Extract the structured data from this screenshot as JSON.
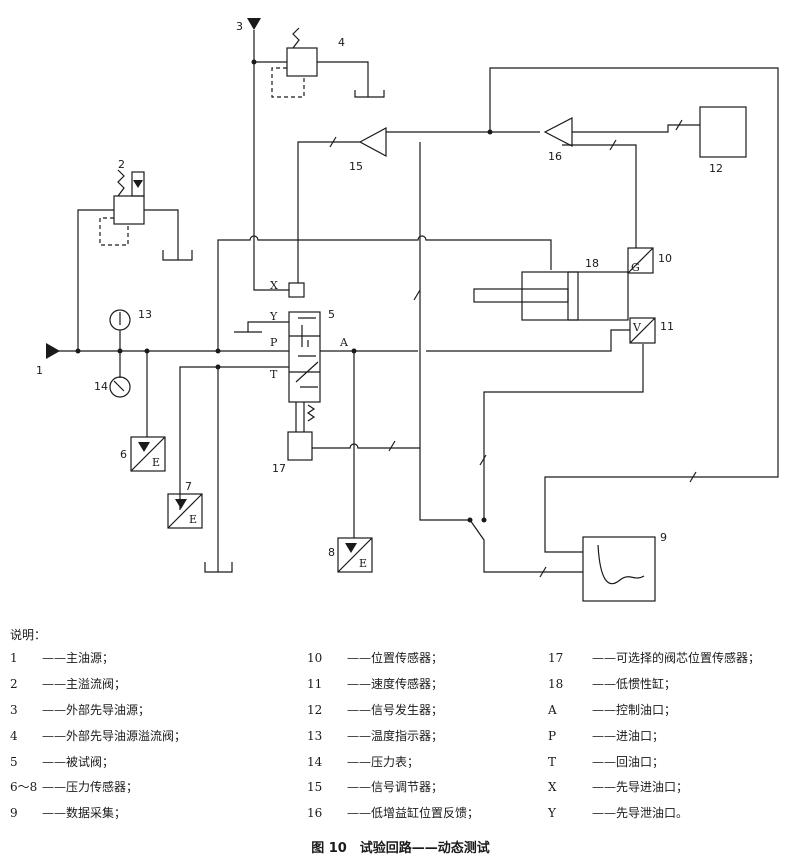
{
  "diagram_labels": {
    "n1": "1",
    "n2": "2",
    "n3": "3",
    "n4": "4",
    "n5": "5",
    "n6": "6",
    "n7": "7",
    "n8": "8",
    "n9": "9",
    "n10": "10",
    "n11": "11",
    "n12": "12",
    "n13": "13",
    "n14": "14",
    "n15": "15",
    "n16": "16",
    "n17": "17",
    "n18": "18",
    "port_x": "X",
    "port_y": "Y",
    "port_p": "P",
    "port_t": "T",
    "port_a": "A",
    "sensor_e": "E",
    "sensor_g": "G",
    "sensor_v": "V"
  },
  "legend": {
    "title": "说明：",
    "items": [
      {
        "key": "1",
        "text": "——主油源；"
      },
      {
        "key": "2",
        "text": "——主溢流阀；"
      },
      {
        "key": "3",
        "text": "——外部先导油源；"
      },
      {
        "key": "4",
        "text": "——外部先导油源溢流阀；"
      },
      {
        "key": "5",
        "text": "——被试阀；"
      },
      {
        "key": "6～8",
        "text": "——压力传感器；"
      },
      {
        "key": "9",
        "text": "——数据采集；"
      },
      {
        "key": "10",
        "text": "——位置传感器；"
      },
      {
        "key": "11",
        "text": "——速度传感器；"
      },
      {
        "key": "12",
        "text": "——信号发生器；"
      },
      {
        "key": "13",
        "text": "——温度指示器；"
      },
      {
        "key": "14",
        "text": "——压力表；"
      },
      {
        "key": "15",
        "text": "——信号调节器；"
      },
      {
        "key": "16",
        "text": "——低增益缸位置反馈；"
      },
      {
        "key": "17",
        "text": "——可选择的阀芯位置传感器；"
      },
      {
        "key": "18",
        "text": "——低惯性缸；"
      },
      {
        "key": "A",
        "text": "——控制油口；"
      },
      {
        "key": "P",
        "text": "——进油口；"
      },
      {
        "key": "T",
        "text": "——回油口；"
      },
      {
        "key": "X",
        "text": "——先导进油口；"
      },
      {
        "key": "Y",
        "text": "——先导泄油口。"
      }
    ]
  },
  "caption": "图 10　试验回路——动态测试"
}
